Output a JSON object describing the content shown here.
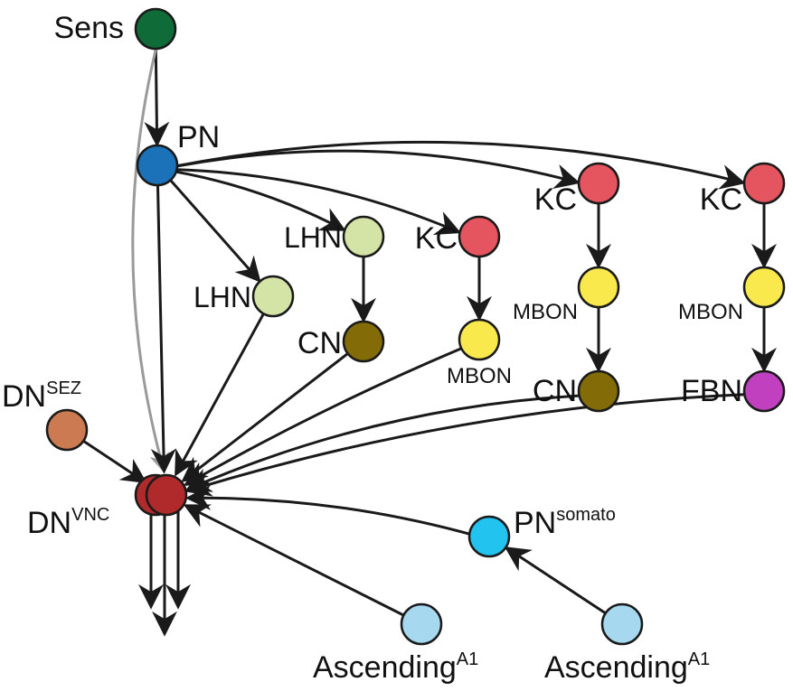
{
  "diagram": {
    "type": "neural-circuit-flow",
    "nodes": [
      {
        "id": "sens",
        "label": "Sens",
        "sup": "",
        "color": "#0f6b37"
      },
      {
        "id": "pn",
        "label": "PN",
        "sup": "",
        "color": "#1c72b8"
      },
      {
        "id": "lhn1",
        "label": "LHN",
        "sup": "",
        "color": "#d4e3a6"
      },
      {
        "id": "lhn2",
        "label": "LHN",
        "sup": "",
        "color": "#d4e3a6"
      },
      {
        "id": "cn1",
        "label": "CN",
        "sup": "",
        "color": "#836b08"
      },
      {
        "id": "kc1",
        "label": "KC",
        "sup": "",
        "color": "#e4555f"
      },
      {
        "id": "mbon1",
        "label": "MBON",
        "sup": "",
        "color": "#f9e94c"
      },
      {
        "id": "kc2",
        "label": "KC",
        "sup": "",
        "color": "#e4555f"
      },
      {
        "id": "mbon2",
        "label": "MBON",
        "sup": "",
        "color": "#f9e94c"
      },
      {
        "id": "cn2",
        "label": "CN",
        "sup": "",
        "color": "#836b08"
      },
      {
        "id": "kc3",
        "label": "KC",
        "sup": "",
        "color": "#e4555f"
      },
      {
        "id": "mbon3",
        "label": "MBON",
        "sup": "",
        "color": "#f9e94c"
      },
      {
        "id": "fbn",
        "label": "FBN",
        "sup": "",
        "color": "#c040c0"
      },
      {
        "id": "dnsez",
        "label": "DN",
        "sup": "SEZ",
        "color": "#cc7a52"
      },
      {
        "id": "dnvnc",
        "label": "DN",
        "sup": "VNC",
        "color": "#b12a2b"
      },
      {
        "id": "pnsomato",
        "label": "PN",
        "sup": "somato",
        "color": "#22c3ee"
      },
      {
        "id": "asc1",
        "label": "Ascending",
        "sup": "A1",
        "color": "#a6d8f0"
      },
      {
        "id": "asc2",
        "label": "Ascending",
        "sup": "A1",
        "color": "#a6d8f0"
      }
    ],
    "edges": [
      {
        "from": "sens",
        "to": "pn",
        "style": "black"
      },
      {
        "from": "sens",
        "to": "dnvnc",
        "style": "gray"
      },
      {
        "from": "pn",
        "to": "dnvnc",
        "style": "black"
      },
      {
        "from": "pn",
        "to": "lhn1",
        "style": "black"
      },
      {
        "from": "pn",
        "to": "lhn2",
        "style": "black"
      },
      {
        "from": "pn",
        "to": "kc1",
        "style": "black"
      },
      {
        "from": "pn",
        "to": "kc2",
        "style": "black"
      },
      {
        "from": "pn",
        "to": "kc3",
        "style": "black"
      },
      {
        "from": "lhn2",
        "to": "cn1",
        "style": "black"
      },
      {
        "from": "kc1",
        "to": "mbon1",
        "style": "black"
      },
      {
        "from": "kc2",
        "to": "mbon2",
        "style": "black"
      },
      {
        "from": "mbon2",
        "to": "cn2",
        "style": "black"
      },
      {
        "from": "kc3",
        "to": "mbon3",
        "style": "black"
      },
      {
        "from": "mbon3",
        "to": "fbn",
        "style": "black"
      },
      {
        "from": "lhn1",
        "to": "dnvnc",
        "style": "black"
      },
      {
        "from": "cn1",
        "to": "dnvnc",
        "style": "black"
      },
      {
        "from": "mbon1",
        "to": "dnvnc",
        "style": "black"
      },
      {
        "from": "cn2",
        "to": "dnvnc",
        "style": "black"
      },
      {
        "from": "fbn",
        "to": "dnvnc",
        "style": "black"
      },
      {
        "from": "dnsez",
        "to": "dnvnc",
        "style": "black"
      },
      {
        "from": "pnsomato",
        "to": "dnvnc",
        "style": "black"
      },
      {
        "from": "asc1",
        "to": "dnvnc",
        "style": "black"
      },
      {
        "from": "asc2",
        "to": "pnsomato",
        "style": "black"
      }
    ],
    "outputs": {
      "from": "dnvnc",
      "count": 3
    }
  }
}
